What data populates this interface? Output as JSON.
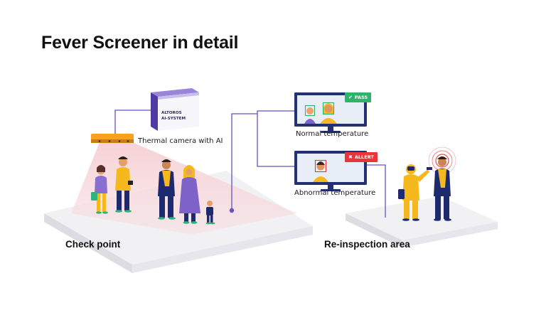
{
  "title": "Fever Screener in detail",
  "ai_box": {
    "line1": "ALTOROS",
    "line2": "AI-SYSTEM"
  },
  "camera": {
    "label": "Thermal camera with AI"
  },
  "monitors": {
    "normal": {
      "label": "Normal temperature",
      "badge": "PASS",
      "badge_glyph": "✔",
      "color": "#2db36a"
    },
    "abnormal": {
      "label": "Abnormal temperature",
      "badge": "ALLERT",
      "badge_glyph": "✖",
      "color": "#e8353b"
    }
  },
  "areas": {
    "checkpoint": "Check point",
    "reinspection": "Re-inspection area"
  },
  "colors": {
    "line": "#6a4fc4",
    "yellow": "#f5b91e",
    "navy": "#1e2a6e",
    "purple": "#7e62c9",
    "field": "#f3c6cc"
  },
  "icons": [
    "ai-system-box-icon",
    "thermal-camera-icon",
    "monitor-icon",
    "face-icon",
    "person-icon",
    "hazmat-worker-icon"
  ]
}
